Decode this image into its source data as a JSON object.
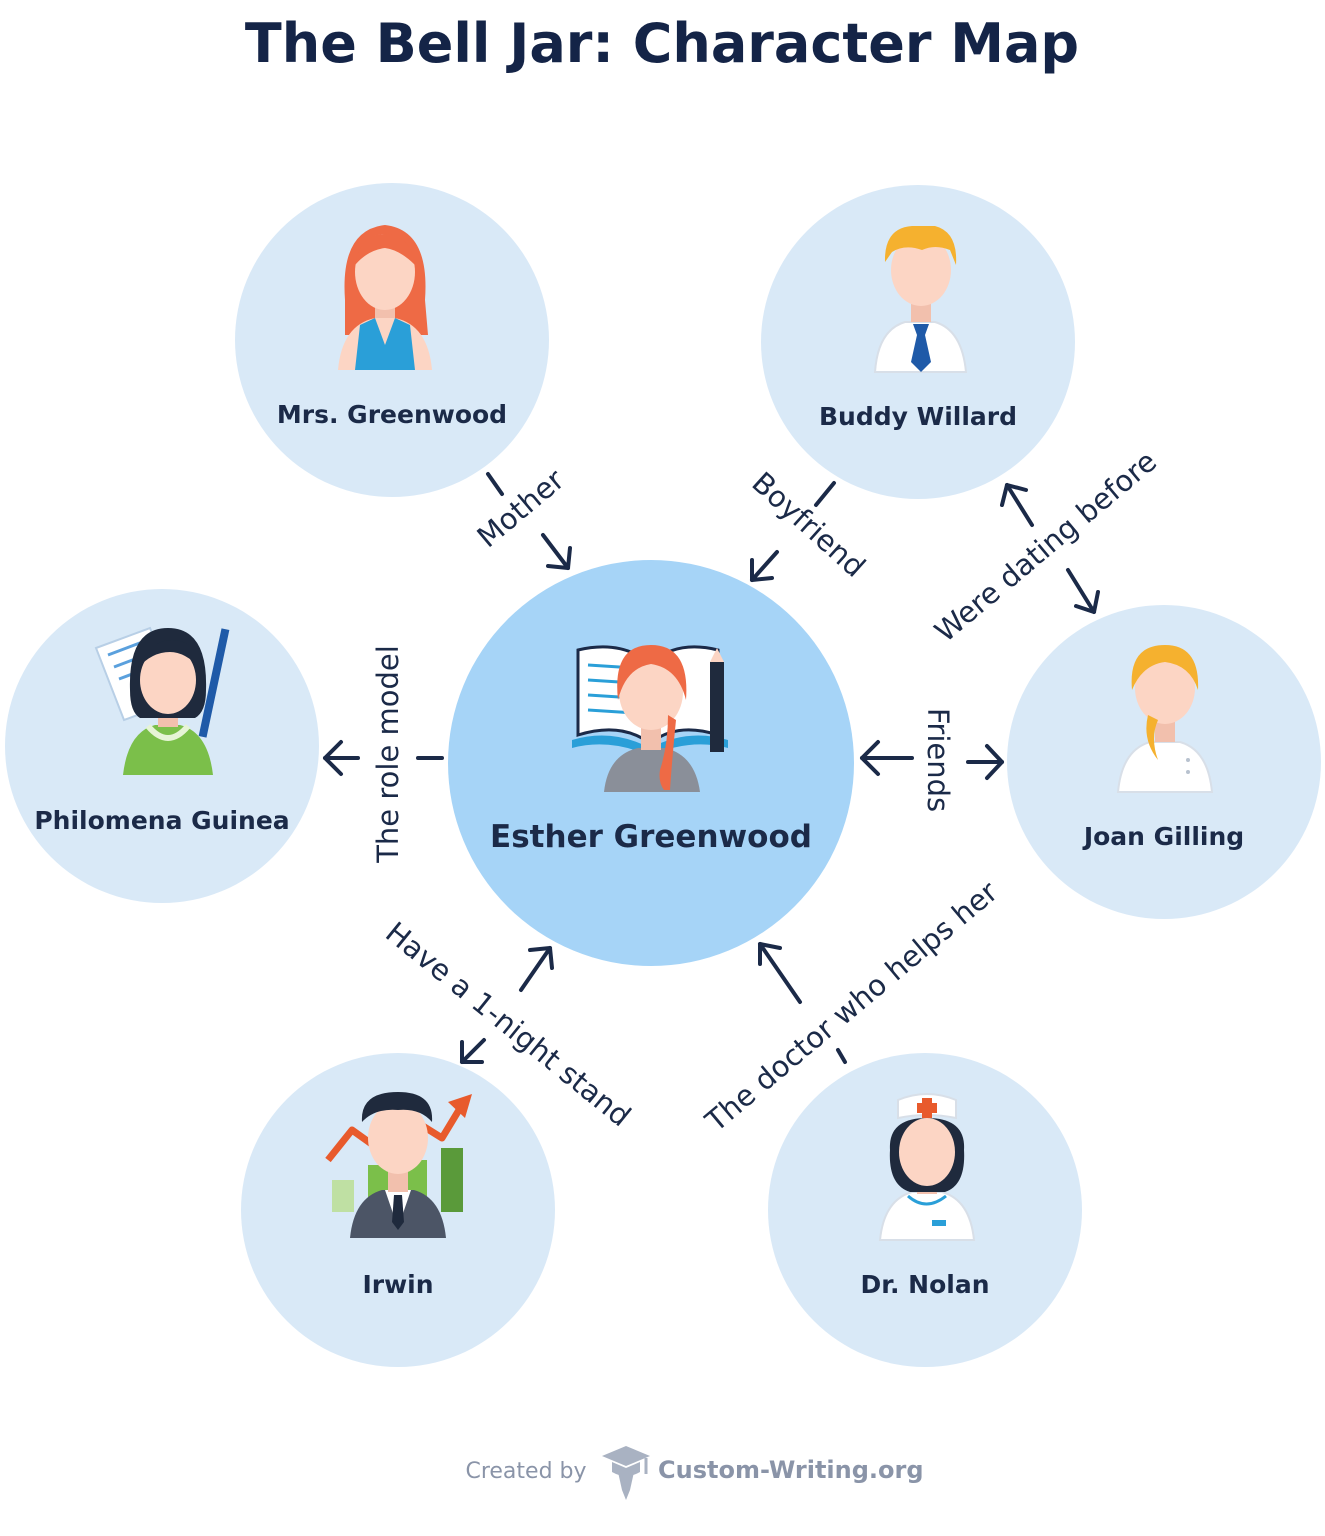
{
  "title": "The Bell Jar: Character Map",
  "colors": {
    "outer_circle": "#d9e9f7",
    "center_circle": "#a6d4f7",
    "text": "#1b2a48",
    "hair_red": "#ee6a45",
    "hair_blond": "#f5b12f",
    "skin": "#fcd5c4"
  },
  "center": {
    "name": "Esther Greenwood",
    "icon": "esther-avatar-icon"
  },
  "characters": [
    {
      "id": "mrs-greenwood",
      "name": "Mrs. Greenwood",
      "icon": "woman-red-hair-icon"
    },
    {
      "id": "buddy-willard",
      "name": "Buddy Willard",
      "icon": "man-tie-icon"
    },
    {
      "id": "joan-gilling",
      "name": "Joan Gilling",
      "icon": "woman-ponytail-icon"
    },
    {
      "id": "philomena-guinea",
      "name": "Philomena Guinea",
      "icon": "writer-woman-icon"
    },
    {
      "id": "irwin",
      "name": "Irwin",
      "icon": "businessman-chart-icon"
    },
    {
      "id": "dr-nolan",
      "name": "Dr. Nolan",
      "icon": "nurse-doctor-icon"
    }
  ],
  "relations": {
    "mother": "Mother",
    "boyfriend": "Boyfriend",
    "dating": "Were dating before",
    "friends": "Friends",
    "role_model": "The role model",
    "one_night": "Have a 1-night stand",
    "doctor": "The doctor who helps her"
  },
  "footer": {
    "created_by": "Created by",
    "brand": "Custom-Writing.org",
    "logo_icon": "graduation-pen-logo-icon"
  }
}
